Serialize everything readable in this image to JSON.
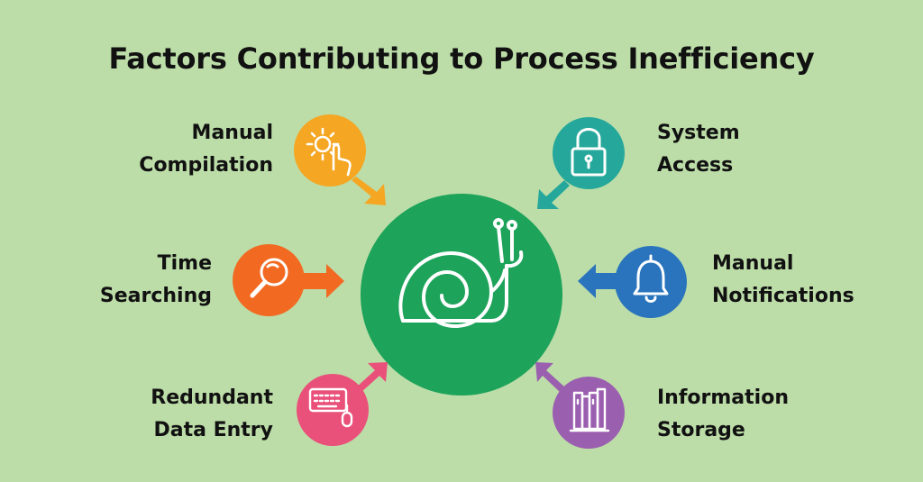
{
  "title": "Factors Contributing to Process Inefficiency",
  "center": {
    "icon": "snail-icon",
    "color": "#1da35a"
  },
  "factors": [
    {
      "lines": [
        "Manual",
        "Compilation"
      ],
      "icon": "gear-hand-icon",
      "color": "#f5a623"
    },
    {
      "lines": [
        "Time",
        "Searching"
      ],
      "icon": "magnifier-icon",
      "color": "#f26a22"
    },
    {
      "lines": [
        "Redundant",
        "Data Entry"
      ],
      "icon": "keyboard-mouse-icon",
      "color": "#e9507a"
    },
    {
      "lines": [
        "System",
        "Access"
      ],
      "icon": "padlock-icon",
      "color": "#25a89b"
    },
    {
      "lines": [
        "Manual",
        "Notifications"
      ],
      "icon": "bell-icon",
      "color": "#2a74bd"
    },
    {
      "lines": [
        "Information",
        "Storage"
      ],
      "icon": "books-icon",
      "color": "#9b5fb0"
    }
  ]
}
